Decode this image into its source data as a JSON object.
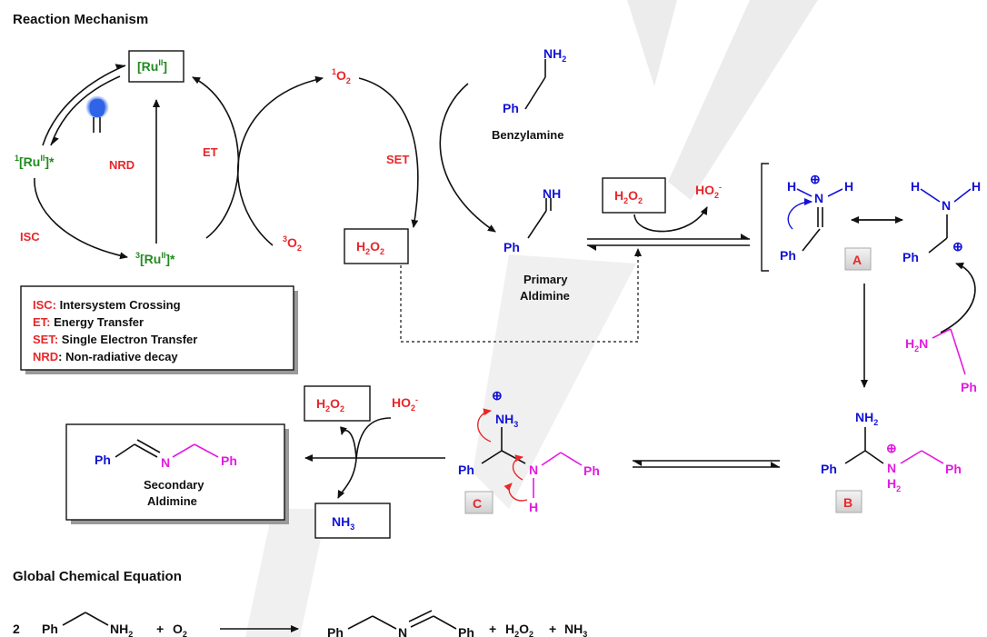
{
  "titles": {
    "mechanism": "Reaction Mechanism",
    "global": "Global Chemical Equation"
  },
  "catalyst": {
    "ru": "[Ru",
    "ru_ox": "II",
    "ru_close": "]",
    "singlet_pre": "1",
    "triplet_pre": "3",
    "star": "*"
  },
  "steps": {
    "et": "ET",
    "set": "SET",
    "nrd": "NRD",
    "isc": "ISC"
  },
  "oxygen": {
    "singlet_sup": "1",
    "triplet_sup": "3",
    "o": "O",
    "sub": "2"
  },
  "species": {
    "h2o2_h": "H",
    "h2o2_sub1": "2",
    "h2o2_o": "O",
    "h2o2_sub2": "2",
    "ho2": "HO",
    "ho2_sub": "2",
    "ho2_sup": "-",
    "nh3": "NH",
    "nh3_sub": "3",
    "nh2": "NH",
    "nh2_sub": "2",
    "ph": "Ph",
    "n": "N",
    "h": "H",
    "nh": "NH",
    "h2n_h": "H",
    "h2n_sub": "2",
    "h2n_n": "N"
  },
  "names": {
    "benzylamine": "Benzylamine",
    "primary1": "Primary",
    "primary2": "Aldimine",
    "secondary1": "Secondary",
    "secondary2": "Aldimine"
  },
  "intermediates": {
    "a": "A",
    "b": "B",
    "c": "C",
    "plus": "⊕"
  },
  "legend": [
    {
      "abbr": "ISC:",
      "text": " Intersystem Crossing"
    },
    {
      "abbr": "ET:",
      "text": " Energy Transfer"
    },
    {
      "abbr": "SET:",
      "text": " Single Electron Transfer"
    },
    {
      "abbr": "NRD",
      "text": ": Non-radiative decay"
    }
  ],
  "equation": {
    "coef": "2",
    "plus": "+",
    "o2_o": "O",
    "o2_sub": "2"
  }
}
